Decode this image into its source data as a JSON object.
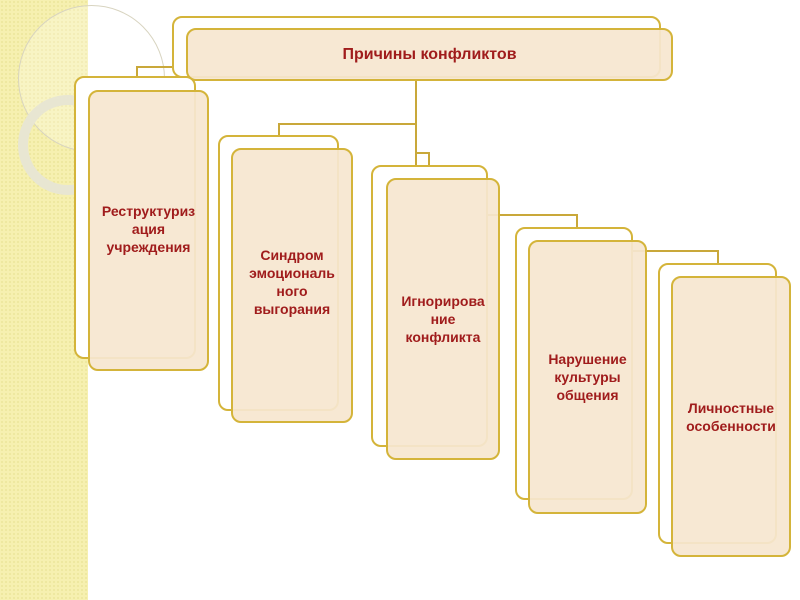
{
  "title": "Причины конфликтов",
  "causes": [
    "Реструктуриз ация учреждения",
    "Синдром эмоциональ ного выгорания",
    "Игнорирова ние конфликта",
    "Нарушение культуры общения",
    "Личностные особенности"
  ],
  "colors": {
    "border": "#d4b43a",
    "fill": "#f6e6d0",
    "text": "#a01c1c"
  }
}
